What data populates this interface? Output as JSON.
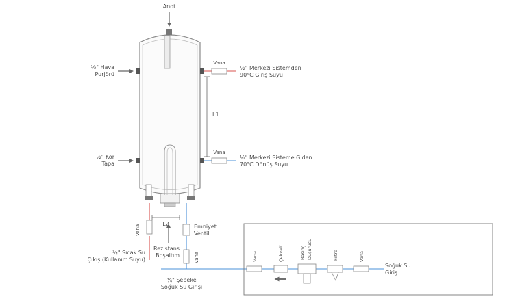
{
  "labels": {
    "anot": "Anot",
    "hava_1": "½\" Hava",
    "hava_2": "Purjörü",
    "kor_1": "½\" Kör",
    "kor_2": "Tapa",
    "vana_top": "Vana",
    "vana_mid": "Vana",
    "merkezi_in_1": "½\" Merkezi Sistemden",
    "merkezi_in_2": "90°C Giriş Suyu",
    "merkezi_out_1": "½\" Merkezi Sisteme Giden",
    "merkezi_out_2": "70°C Dönüş Suyu",
    "l1": "L1",
    "l2": "L2",
    "vana_left": "Vana",
    "vana_bottom": "Vana",
    "emniyet_1": "Emniyet",
    "emniyet_2": "Ventili",
    "rezistans_1": "Rezistans",
    "rezistans_2": "Boşaltım",
    "sicak_1": "¾\" Sıcak Su",
    "sicak_2": "Çıkış (Kullanım Suyu)",
    "sebeke_1": "¾\" Şebeke",
    "sebeke_2": "Soğuk Su Girişi",
    "box_vana_1": "Vana",
    "cekvalf": "Çekvalf",
    "basinc_1": "Basınç",
    "basinc_2": "Düşürücü",
    "filtre": "Filtre",
    "box_vana_2": "Vana",
    "soguk_1": "Soğuk Su",
    "soguk_2": "Giriş"
  },
  "colors": {
    "hot": "#d9534f",
    "cold": "#4a90d9",
    "line": "#7a7a7a",
    "arrow": "#666666"
  }
}
